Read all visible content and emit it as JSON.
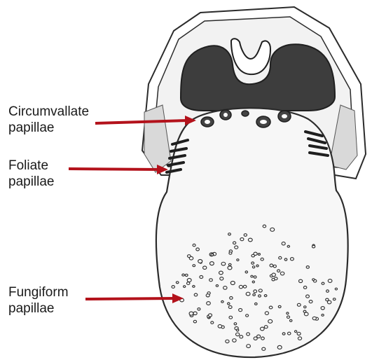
{
  "labels": {
    "circumvallate": {
      "line1": "Circumvallate",
      "line2": "papillae"
    },
    "foliate": {
      "line1": "Foliate",
      "line2": "papillae"
    },
    "fungiform": {
      "line1": "Fungiform",
      "line2": "papillae"
    }
  },
  "colors": {
    "arrow": "#b3121b",
    "outline": "#2b2b2b",
    "shadow": "#3d3d3d",
    "tongue_fill": "#f7f7f7",
    "cavity_fill": "#e9e9e9"
  }
}
